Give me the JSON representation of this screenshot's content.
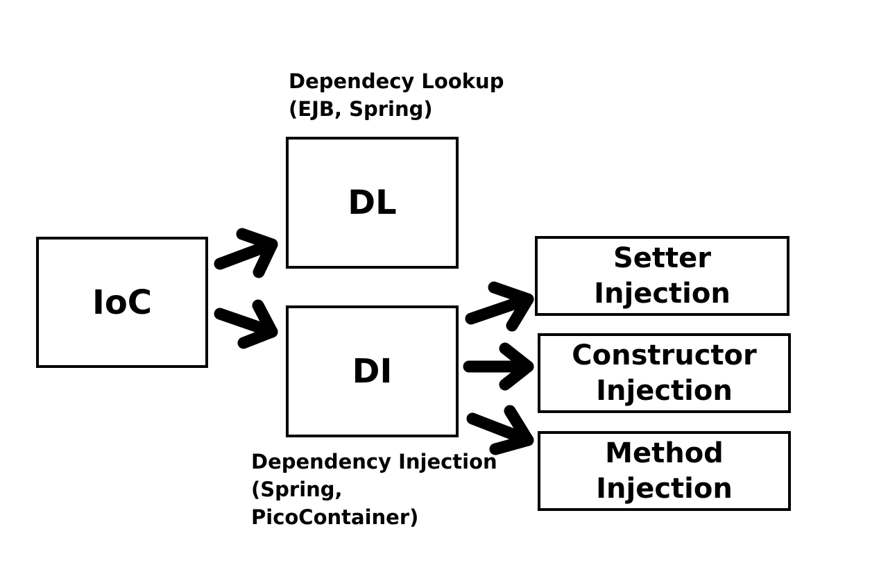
{
  "nodes": {
    "ioc": {
      "label": "IoC"
    },
    "dl": {
      "label": "DL"
    },
    "di": {
      "label": "DI"
    },
    "setter": {
      "line1": "Setter",
      "line2": "Injection"
    },
    "constructor": {
      "line1": "Constructor",
      "line2": "Injection"
    },
    "method": {
      "line1": "Method",
      "line2": "Injection"
    }
  },
  "captions": {
    "dl": {
      "line1": "Dependecy Lookup",
      "line2": "(EJB, Spring)"
    },
    "di": {
      "line1": "Dependency Injection",
      "line2": "(Spring,",
      "line3": "PicoContainer)"
    }
  },
  "edges": [
    {
      "from": "IoC",
      "to": "DL"
    },
    {
      "from": "IoC",
      "to": "DI"
    },
    {
      "from": "DI",
      "to": "Setter Injection"
    },
    {
      "from": "DI",
      "to": "Constructor Injection"
    },
    {
      "from": "DI",
      "to": "Method Injection"
    }
  ],
  "colors": {
    "stroke": "#000000",
    "background": "#ffffff"
  }
}
